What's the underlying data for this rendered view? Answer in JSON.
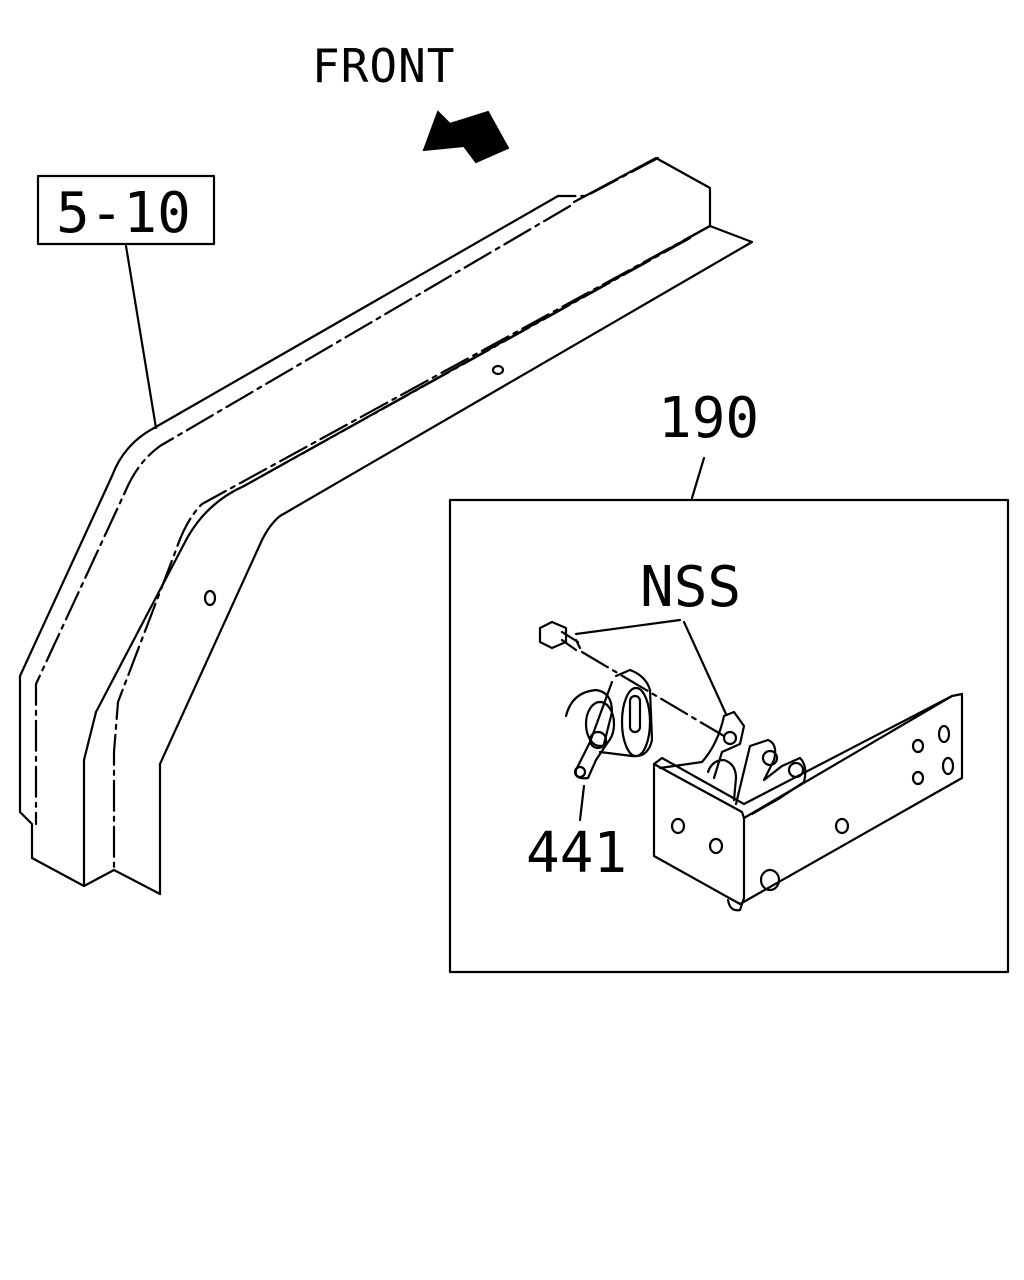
{
  "labels": {
    "front": "FRONT",
    "ref": "5-10",
    "assembly": "190",
    "nss": "NSS",
    "part": "441"
  },
  "icons": {
    "front_arrow": "arrow-up-left-icon"
  },
  "colors": {
    "line": "#000000",
    "background": "#ffffff"
  }
}
